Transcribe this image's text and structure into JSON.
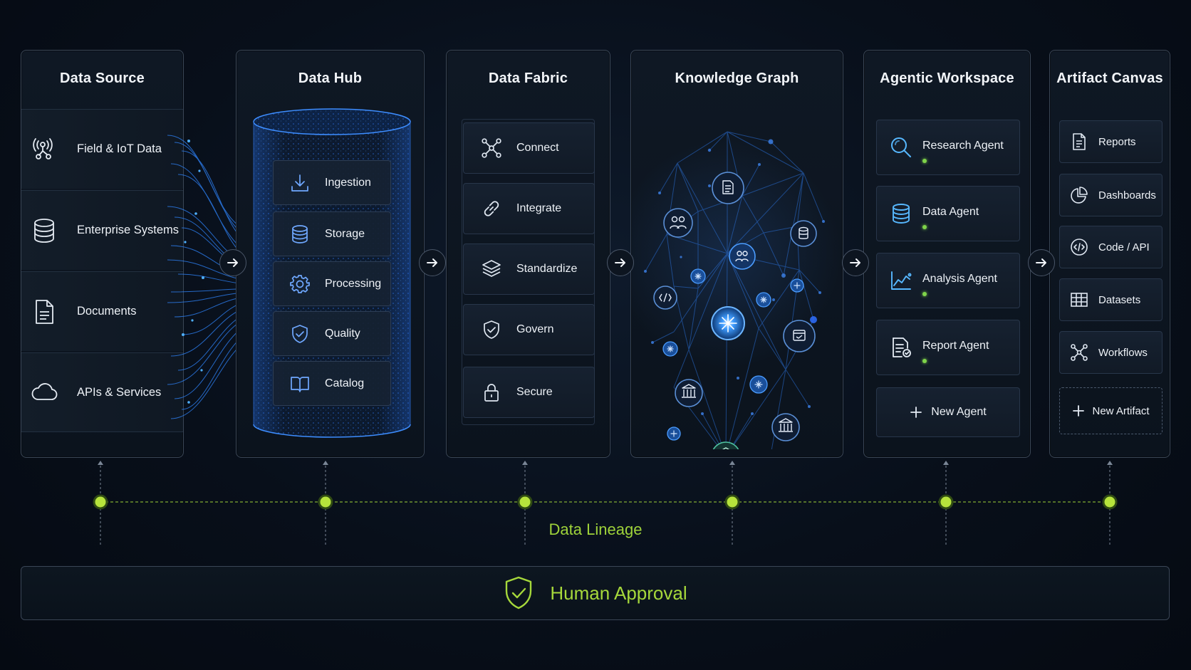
{
  "panels": {
    "data_source": {
      "title": "Data Source",
      "items": [
        {
          "label": "Field & IoT Data",
          "icon": "sensor-icon"
        },
        {
          "label": "Enterprise Systems",
          "icon": "database-icon"
        },
        {
          "label": "Documents",
          "icon": "document-icon"
        },
        {
          "label": "APIs & Services",
          "icon": "cloud-icon"
        }
      ]
    },
    "data_hub": {
      "title": "Data Hub",
      "items": [
        {
          "label": "Ingestion",
          "icon": "download-icon"
        },
        {
          "label": "Storage",
          "icon": "database-icon"
        },
        {
          "label": "Processing",
          "icon": "gear-icon"
        },
        {
          "label": "Quality",
          "icon": "shield-check-icon"
        },
        {
          "label": "Catalog",
          "icon": "book-icon"
        }
      ]
    },
    "data_fabric": {
      "title": "Data Fabric",
      "items": [
        {
          "label": "Connect",
          "icon": "network-icon"
        },
        {
          "label": "Integrate",
          "icon": "link-icon"
        },
        {
          "label": "Standardize",
          "icon": "layers-icon"
        },
        {
          "label": "Govern",
          "icon": "shield-check-icon"
        },
        {
          "label": "Secure",
          "icon": "lock-icon"
        }
      ]
    },
    "knowledge_graph": {
      "title": "Knowledge Graph"
    },
    "agentic_workspace": {
      "title": "Agentic Workspace",
      "items": [
        {
          "label": "Research Agent",
          "icon": "search-icon",
          "status": "active"
        },
        {
          "label": "Data Agent",
          "icon": "database-icon",
          "status": "active"
        },
        {
          "label": "Analysis Agent",
          "icon": "chart-line-icon",
          "status": "active"
        },
        {
          "label": "Report Agent",
          "icon": "report-icon",
          "status": "active"
        }
      ],
      "new_label": "New Agent"
    },
    "artifact_canvas": {
      "title": "Artifact Canvas",
      "items": [
        {
          "label": "Reports",
          "icon": "document-icon"
        },
        {
          "label": "Dashboards",
          "icon": "pie-chart-icon"
        },
        {
          "label": "Code / API",
          "icon": "code-icon"
        },
        {
          "label": "Datasets",
          "icon": "table-icon"
        },
        {
          "label": "Workflows",
          "icon": "workflow-icon"
        }
      ],
      "new_label": "New Artifact"
    }
  },
  "lineage": {
    "label": "Data Lineage"
  },
  "approval": {
    "label": "Human Approval",
    "icon": "shield-check-icon"
  },
  "colors": {
    "background": "#080f1a",
    "accent_blue": "#3f8cff",
    "lineage_green": "#9fd33a",
    "status_green": "#7fd44a"
  }
}
